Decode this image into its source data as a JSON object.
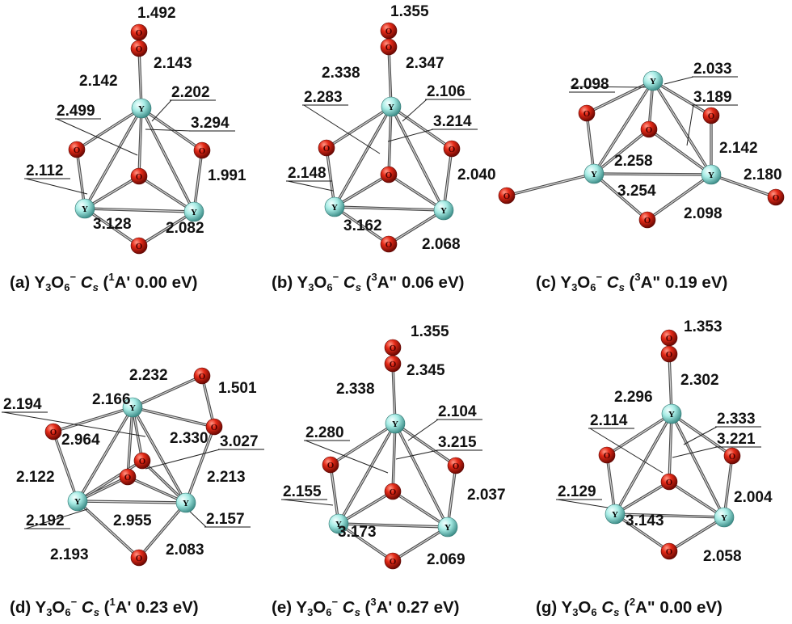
{
  "atom_symbols": {
    "Y": "Y",
    "O": "O"
  },
  "colors": {
    "yttrium": "#9fe6df",
    "oxygen": "#d81f10",
    "bond": "#5b5b5b",
    "text": "#111111"
  },
  "panels": [
    {
      "id": "a",
      "caption": {
        "prefix": "(a) Y",
        "n1": "3",
        "mid": "O",
        "n2": "6",
        "charge": "−",
        "sym": "C",
        "sub": "s",
        "open": " (",
        "mult": "1",
        "term": "A'",
        "energy": " 0.00 eV)"
      },
      "labels": [
        "1.492",
        "2.143",
        "2.142",
        "2.202",
        "2.499",
        "3.294",
        "2.112",
        "1.991",
        "3.128",
        "2.082"
      ]
    },
    {
      "id": "b",
      "caption": {
        "prefix": "(b) Y",
        "n1": "3",
        "mid": "O",
        "n2": "6",
        "charge": "−",
        "sym": "C",
        "sub": "s",
        "open": " (",
        "mult": "3",
        "term": "A\"",
        "energy": " 0.06 eV)"
      },
      "labels": [
        "1.355",
        "2.347",
        "2.338",
        "2.106",
        "2.283",
        "3.214",
        "2.148",
        "2.040",
        "3.162",
        "2.068"
      ]
    },
    {
      "id": "c",
      "caption": {
        "prefix": "(c) Y",
        "n1": "3",
        "mid": "O",
        "n2": "6",
        "charge": "−",
        "sym": "C",
        "sub": "s",
        "open": " (",
        "mult": "3",
        "term": "A\"",
        "energy": " 0.19 eV)"
      },
      "labels": [
        "2.033",
        "2.098",
        "3.189",
        "2.142",
        "2.258",
        "2.180",
        "3.254",
        "2.098"
      ]
    },
    {
      "id": "d",
      "caption": {
        "prefix": "(d) Y",
        "n1": "3",
        "mid": "O",
        "n2": "6",
        "charge": "−",
        "sym": "C",
        "sub": "s",
        "open": " (",
        "mult": "1",
        "term": "A'",
        "energy": " 0.23 eV)"
      },
      "labels": [
        "2.232",
        "1.501",
        "2.194",
        "2.166",
        "2.964",
        "2.330",
        "3.027",
        "2.122",
        "2.213",
        "2.192",
        "2.955",
        "2.157",
        "2.193",
        "2.083"
      ]
    },
    {
      "id": "e",
      "caption": {
        "prefix": "(e) Y",
        "n1": "3",
        "mid": "O",
        "n2": "6",
        "charge": "−",
        "sym": "C",
        "sub": "s",
        "open": " (",
        "mult": "3",
        "term": "A'",
        "energy": " 0.27 eV)"
      },
      "labels": [
        "1.355",
        "2.345",
        "2.338",
        "2.104",
        "2.280",
        "3.215",
        "2.155",
        "2.037",
        "3.173",
        "2.069"
      ]
    },
    {
      "id": "g",
      "caption": {
        "prefix": "(g) Y",
        "n1": "3",
        "mid": "O",
        "n2": "6",
        "charge": "",
        "sym": "C",
        "sub": "s",
        "open": " (",
        "mult": "2",
        "term": "A\"",
        "energy": " 0.00 eV)"
      },
      "labels": [
        "1.353",
        "2.302",
        "2.296",
        "2.333",
        "2.114",
        "3.221",
        "2.129",
        "2.004",
        "3.143",
        "2.058"
      ]
    }
  ]
}
